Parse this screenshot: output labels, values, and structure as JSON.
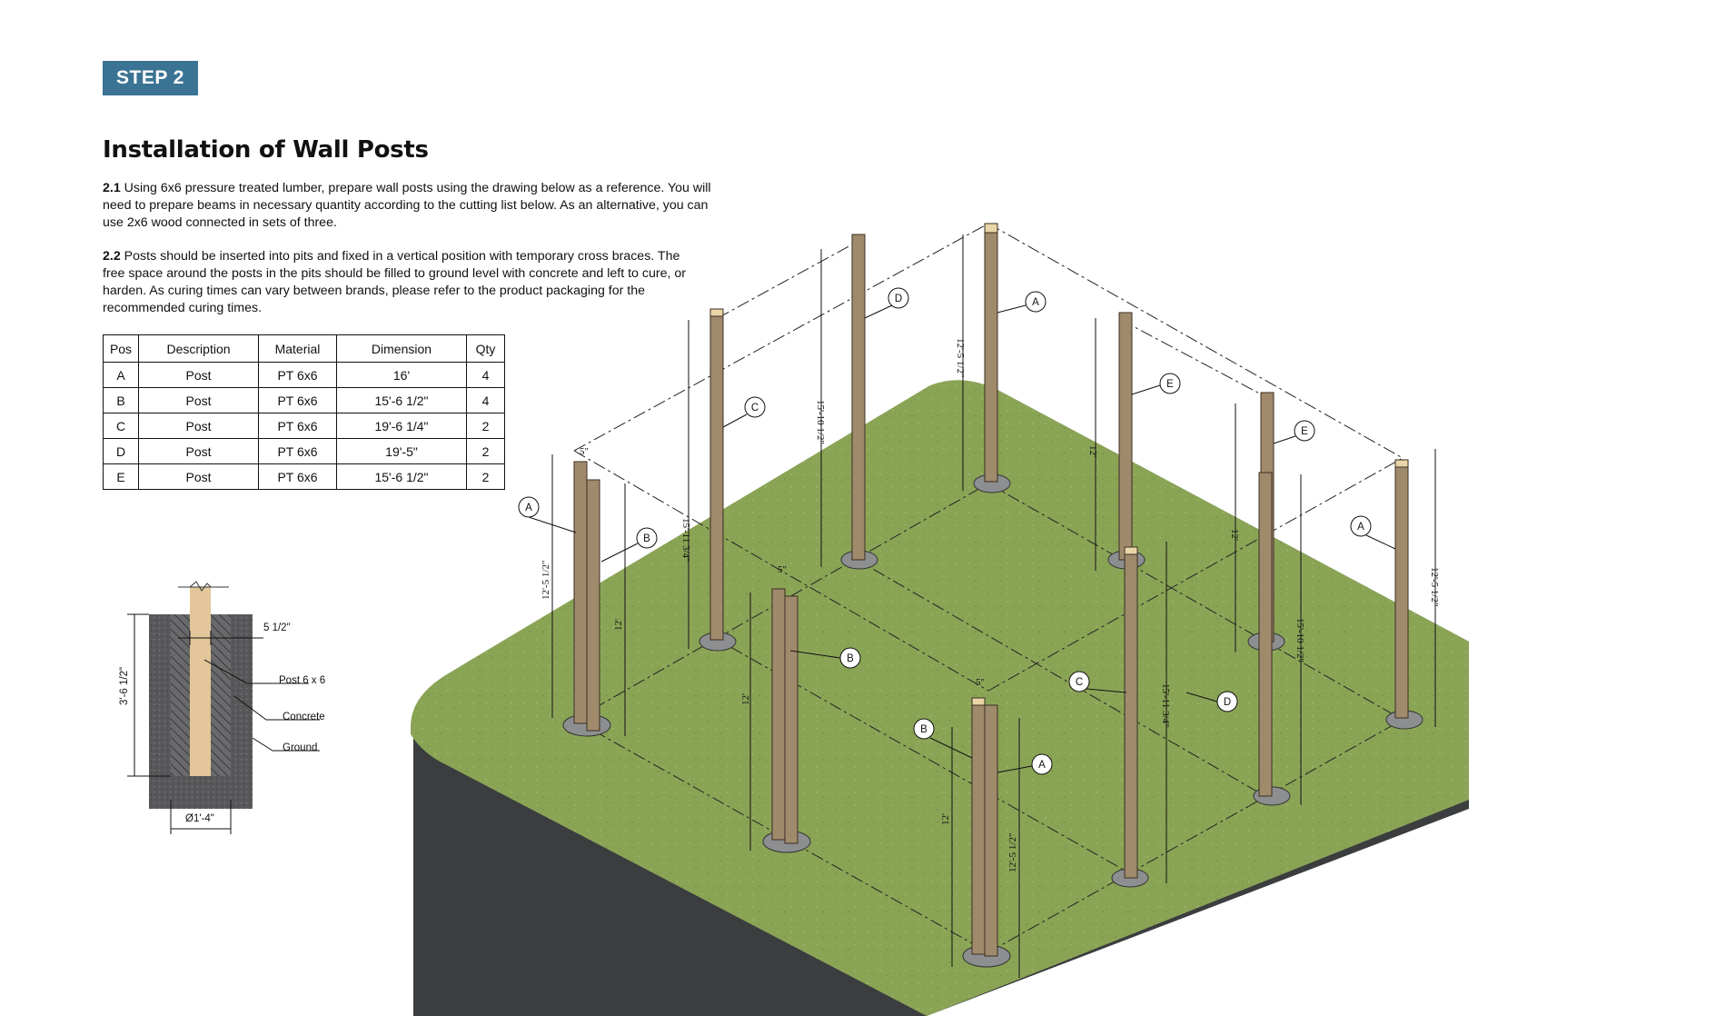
{
  "header": {
    "step_label": "STEP 2",
    "title": "Installation of Wall Posts"
  },
  "paragraphs": [
    {
      "num": "2.1",
      "text": " Using 6x6 pressure treated lumber, prepare wall posts using the drawing below as a reference. You will need to prepare beams in necessary quantity according to the cutting list below. As an alternative, you can use 2x6 wood connected in sets of three."
    },
    {
      "num": "2.2",
      "text": " Posts should be inserted into pits and fixed in a vertical position with temporary cross braces. The free space around the posts in the pits should be filled to ground level with concrete and left to cure, or harden. As curing times can vary between brands, please refer to the product packaging for the recommended curing times."
    }
  ],
  "cutting_list": {
    "headers": [
      "Pos",
      "Description",
      "Material",
      "Dimension",
      "Qty"
    ],
    "rows": [
      [
        "A",
        "Post",
        "PT 6x6",
        "16'",
        "4"
      ],
      [
        "B",
        "Post",
        "PT 6x6",
        "15'-6 1/2\"",
        "4"
      ],
      [
        "C",
        "Post",
        "PT 6x6",
        "19'-6 1/4\"",
        "2"
      ],
      [
        "D",
        "Post",
        "PT 6x6",
        "19'-5\"",
        "2"
      ],
      [
        "E",
        "Post",
        "PT 6x6",
        "15'-6 1/2\"",
        "2"
      ]
    ]
  },
  "section_detail": {
    "width_label": "5 1/2\"",
    "post_label": "Post 6 x 6",
    "concrete_label": "Concrete",
    "ground_label": "Ground",
    "depth_label": "3'-6 1/2\"",
    "diameter_label": "Ø1'-4\""
  },
  "plan_labels": {
    "callouts": [
      {
        "letter": "A"
      },
      {
        "letter": "B"
      },
      {
        "letter": "C"
      },
      {
        "letter": "D"
      },
      {
        "letter": "A"
      },
      {
        "letter": "E"
      },
      {
        "letter": "E"
      },
      {
        "letter": "A"
      },
      {
        "letter": "B"
      },
      {
        "letter": "C"
      },
      {
        "letter": "D"
      },
      {
        "letter": "B"
      },
      {
        "letter": "A"
      }
    ],
    "dims": [
      "12'-5 1/2\"",
      "12'",
      "15'-11 3/4\"",
      "15'-10 1/2\"",
      "12'-5 1/2\"",
      "12'",
      "12'",
      "12'",
      "15'-10 1/2\"",
      "12'-5 1/2\"",
      "12'",
      "15'-11 3/4\"",
      "12'-5 1/2\"",
      "5\"",
      "5\"",
      "5\""
    ]
  },
  "colors": {
    "badge": "#3a7393",
    "ground": "#8aa456",
    "slab_edge": "#3b3d3f",
    "post_wood": "#a08a6c",
    "post_top": "#e8d5a8",
    "concrete": "#5a5a5c"
  }
}
